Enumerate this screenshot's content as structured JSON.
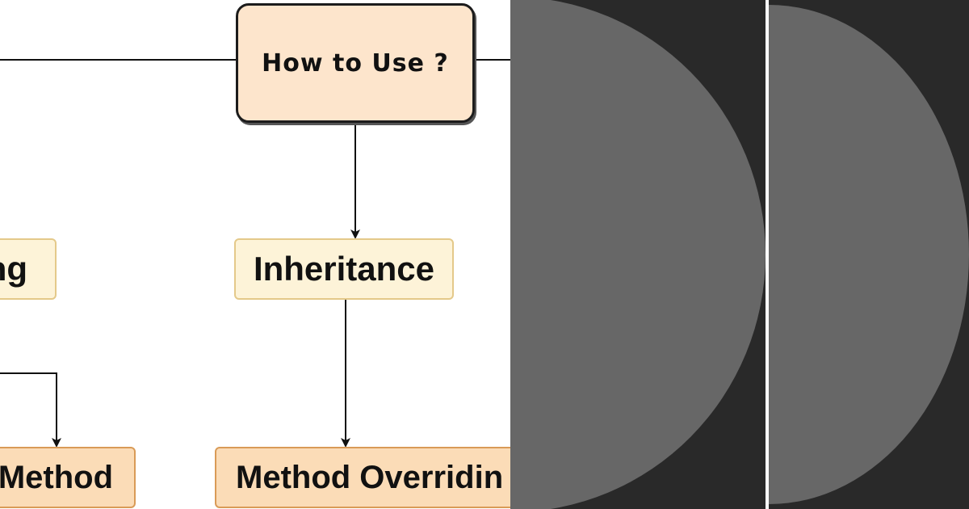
{
  "diagram": {
    "nodes": {
      "how_to_use": "How to Use ?",
      "left_cut_label": "ng",
      "inheritance": "Inheritance",
      "method_cut_label": "Method",
      "method_overriding": "Method Overridin"
    }
  },
  "colors": {
    "root_fill": "#fde5cc",
    "level2_fill": "#fdf3d8",
    "level3_fill": "#fbdcb7",
    "dark_background": "#292929",
    "half_circle": "#676767"
  }
}
